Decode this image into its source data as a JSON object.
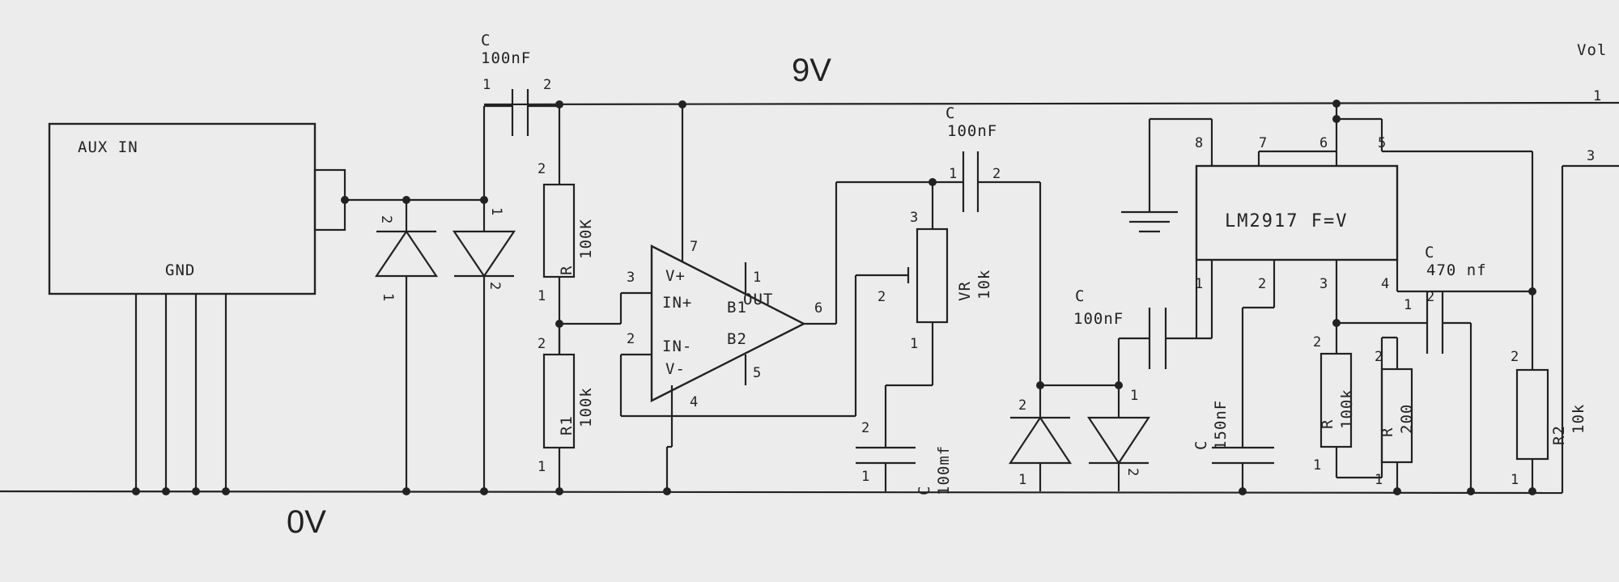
{
  "rails": {
    "top": "9V",
    "bottom": "0V"
  },
  "aux": {
    "title": "AUX IN",
    "gnd": "GND"
  },
  "c_in": {
    "ref": "C",
    "value": "100nF",
    "pin1": "1",
    "pin2": "2"
  },
  "d1": {
    "pin_top": "2",
    "pin_bot": "1"
  },
  "d2": {
    "pin_top": "1",
    "pin_bot": "2"
  },
  "r_top": {
    "ref": "R",
    "value": "100K",
    "pin_top": "2",
    "pin_bot": "1"
  },
  "r1": {
    "ref": "R1",
    "value": "100k",
    "pin_top": "2",
    "pin_bot": "1"
  },
  "opamp": {
    "vp": "V+",
    "inp": "IN+",
    "inm": "IN-",
    "vm": "V-",
    "out": "OUT",
    "b1": "B1",
    "b2": "B2",
    "p3": "3",
    "p2": "2",
    "p7": "7",
    "p4": "4",
    "p6": "6",
    "p1": "1",
    "p5": "5"
  },
  "c_mid": {
    "ref": "C",
    "value": "100nF",
    "pin1": "1",
    "pin2": "2"
  },
  "vr": {
    "ref": "VR",
    "value": "10k",
    "pin3": "3",
    "pin2": "2",
    "pin1": "1"
  },
  "c_low": {
    "ref": "C",
    "value": "100mf",
    "pin2": "2",
    "pin1": "1"
  },
  "d3": {
    "pin_top": "2",
    "pin_bot": "1"
  },
  "d4": {
    "pin_top": "1",
    "pin_bot": "2"
  },
  "c_cpl": {
    "ref": "C",
    "value": "100nF"
  },
  "ic": {
    "label": "LM2917 F=V",
    "p8": "8",
    "p7": "7",
    "p6": "6",
    "p5": "5",
    "p1": "1",
    "p2": "2",
    "p3": "3",
    "p4": "4"
  },
  "c150": {
    "ref": "C",
    "value": "150nF"
  },
  "r100k": {
    "ref": "R",
    "value": "100k",
    "pin_top": "2",
    "pin_bot": "1"
  },
  "r200": {
    "ref": "R",
    "value": "200",
    "pin_top": "2",
    "pin_bot": "1"
  },
  "c470": {
    "ref": "C",
    "value": "470 nf",
    "pin1": "1",
    "pin2": "2"
  },
  "r2": {
    "ref": "R2",
    "value": "10k",
    "pin_top": "2",
    "pin_bot": "1"
  },
  "out_conn": {
    "label": "Vol",
    "pin1": "1",
    "pin3": "3"
  }
}
